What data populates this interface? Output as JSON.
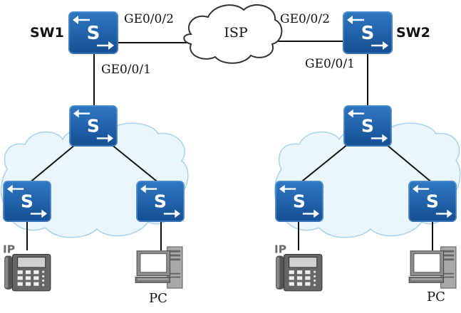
{
  "nodes": {
    "sw1_name": "SW1",
    "sw2_name": "SW2",
    "isp": "ISP",
    "pc_left": "PC",
    "pc_right": "PC",
    "ip_left": "IP",
    "ip_right": "IP"
  },
  "ports": {
    "sw1_uplink": "GE0/0/2",
    "sw1_downlink": "GE0/0/1",
    "sw2_uplink": "GE0/0/2",
    "sw2_downlink": "GE0/0/1"
  },
  "icons": {
    "switch": "switch-icon",
    "cloud": "cloud-icon",
    "phone": "ip-phone-icon",
    "pc": "pc-icon"
  },
  "colors": {
    "switch_top": "#2a6db7",
    "switch_bottom": "#174f95",
    "cloud_fill": "#eaf6fc",
    "cloud_stroke": "#a8d2ec",
    "isp_stroke": "#333333",
    "line": "#111111"
  }
}
